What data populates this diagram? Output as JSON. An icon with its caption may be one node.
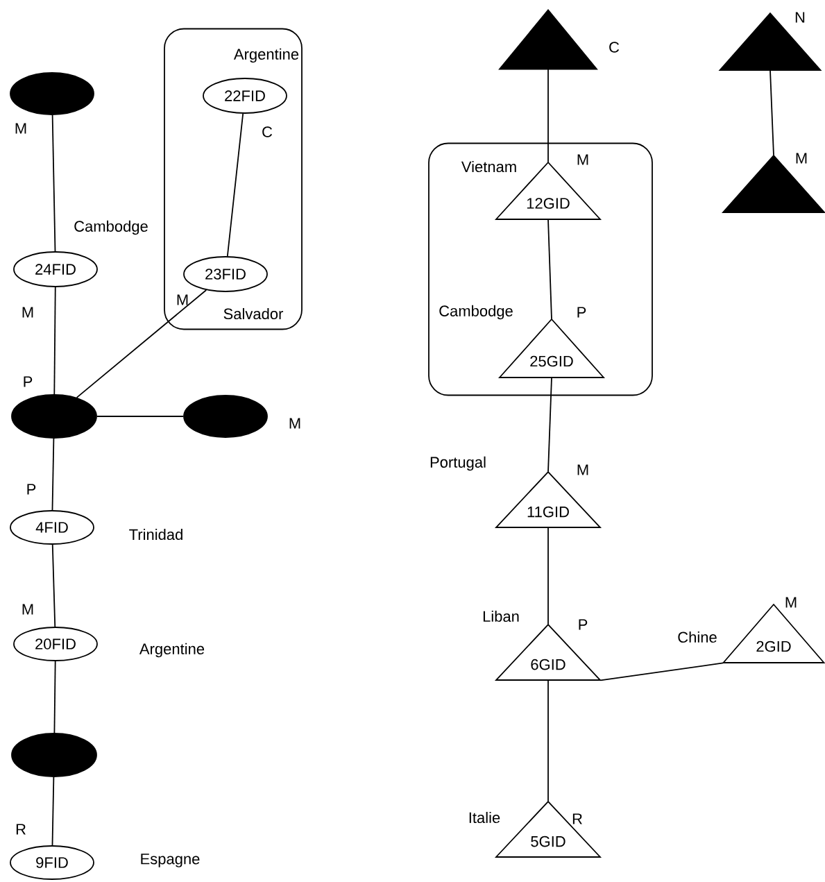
{
  "diagram": {
    "nodes": [
      {
        "text": [],
        "shape": "ellipse"
      },
      {
        "text": [
          "Argentine",
          "Salvador"
        ]
      },
      {
        "text": [
          "22FID"
        ],
        "in": 1
      },
      {
        "text": [
          "23FID"
        ],
        "in": 1
      },
      {
        "text": [
          "24FID"
        ]
      },
      {
        "text": [],
        "shape": "ellipse"
      },
      {
        "text": [],
        "shape": "ellipse"
      },
      {
        "text": [
          "4FID"
        ]
      },
      {
        "text": [
          "20FID"
        ]
      },
      {
        "text": [],
        "shape": "ellipse"
      },
      {
        "text": [
          "9FID"
        ]
      },
      {
        "text": [],
        "shape": "triangle"
      },
      {
        "text": [],
        "shape": "triangle"
      },
      {
        "text": [],
        "shape": "triangle"
      },
      {
        "text": [
          "Vietnam",
          "Cambodge"
        ]
      },
      {
        "text": [
          "12GID"
        ],
        "in": 14
      },
      {
        "text": [
          "25GID"
        ],
        "in": 14
      },
      {
        "text": [
          "11GID"
        ]
      },
      {
        "text": [
          "6GID"
        ]
      },
      {
        "text": [
          "2GID"
        ]
      },
      {
        "text": [
          "5GID"
        ]
      }
    ],
    "edges": [
      {
        "from": 0,
        "to": 4,
        "arrow": "none"
      },
      {
        "from": 2,
        "to": 3,
        "arrow": "none"
      },
      {
        "from": 4,
        "to": 5,
        "arrow": "none"
      },
      {
        "from": 3,
        "to": 5,
        "arrow": "none"
      },
      {
        "from": 5,
        "to": 6,
        "arrow": "none"
      },
      {
        "from": 5,
        "to": 7,
        "arrow": "none"
      },
      {
        "from": 7,
        "to": 8,
        "arrow": "none"
      },
      {
        "from": 8,
        "to": 9,
        "arrow": "none"
      },
      {
        "from": 9,
        "to": 10,
        "arrow": "none"
      },
      {
        "from": 11,
        "to": 15,
        "arrow": "none"
      },
      {
        "from": 12,
        "to": 13,
        "arrow": "none"
      },
      {
        "from": 15,
        "to": 16,
        "arrow": "none"
      },
      {
        "from": 16,
        "to": 17,
        "arrow": "none"
      },
      {
        "from": 17,
        "to": 18,
        "arrow": "none"
      },
      {
        "from": 18,
        "to": 19,
        "arrow": "none"
      },
      {
        "from": 18,
        "to": 20,
        "arrow": "none"
      }
    ],
    "labels": [
      "N",
      "C",
      "C",
      "M",
      "M",
      "M",
      "Cambodge",
      "M",
      "M",
      "P",
      "P",
      "M",
      "Portugal",
      "M",
      "P",
      "Trinidad",
      "M",
      "Liban",
      "P",
      "Chine",
      "Argentine",
      "M",
      "Italie",
      "R",
      "R",
      "Espagne"
    ]
  }
}
